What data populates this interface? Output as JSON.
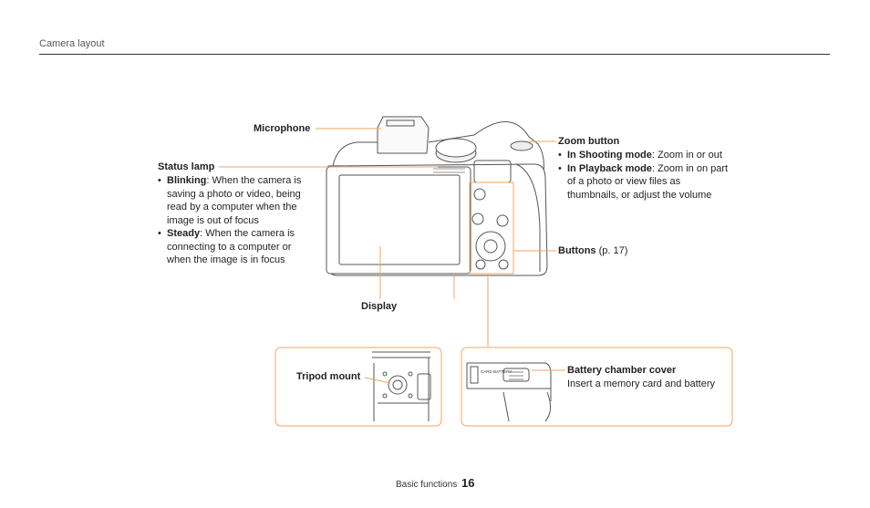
{
  "header": {
    "section_title": "Camera layout"
  },
  "labels": {
    "microphone": "Microphone",
    "status_lamp": {
      "title": "Status lamp",
      "items": [
        {
          "term": "Blinking",
          "text": ": When the camera is saving a photo or video, being read by a computer when the image is out of focus"
        },
        {
          "term": "Steady",
          "text": ": When the camera is connecting to a computer or when the image is in focus"
        }
      ]
    },
    "display": "Display",
    "zoom_button": {
      "title": "Zoom button",
      "items": [
        {
          "term": "In Shooting mode",
          "text": ": Zoom in or out"
        },
        {
          "term": "In Playback mode",
          "text": ": Zoom in on part of a photo or view files as thumbnails, or adjust the volume"
        }
      ]
    },
    "buttons": {
      "term": "Buttons",
      "text": " (p. 17)"
    },
    "tripod_mount": "Tripod mount",
    "battery_cover": {
      "title": "Battery chamber cover",
      "text": "Insert a memory card and battery"
    }
  },
  "camera_text": {
    "card_battery": "CARD BATTERY"
  },
  "footer": {
    "section": "Basic functions",
    "page_number": "16"
  },
  "colors": {
    "accent": "#f4a460",
    "text": "#231f20"
  }
}
